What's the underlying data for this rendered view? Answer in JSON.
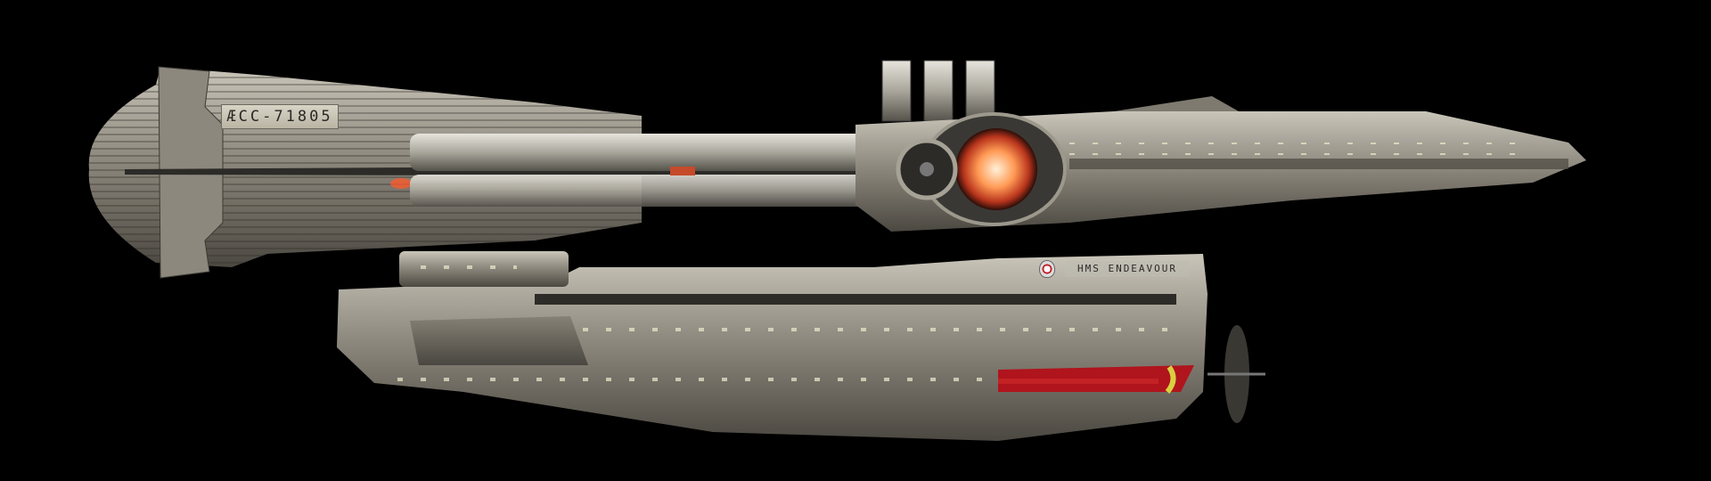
{
  "scene": {
    "description": "Side-view 3D render of a large steampunk-styled starship on a black background",
    "background_color": "#000000",
    "hull_color": "#9a968c",
    "engine_glow_color": "#ff7a3c",
    "stripe_color": "#b0141c"
  },
  "labels": {
    "registry": "ÆCC-71805",
    "ship_name": "HMS ENDEAVOUR"
  }
}
